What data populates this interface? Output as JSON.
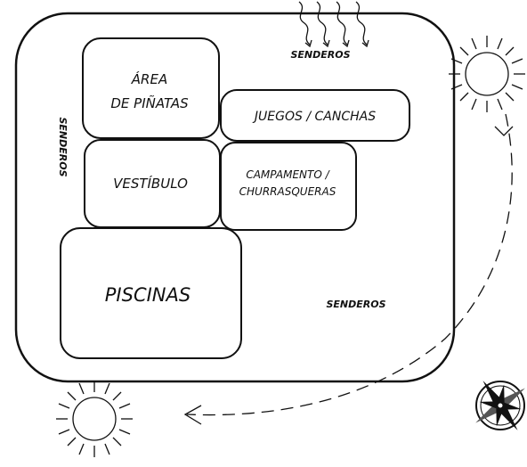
{
  "diagram": {
    "zones": {
      "pinatas": [
        "ÁREA",
        "DE PIÑATAS"
      ],
      "juegos": "JUEGOS / CANCHAS",
      "vestibulo": "VESTÍBULO",
      "campamento": [
        "CAMPAMENTO /",
        "CHURRASQUERAS"
      ],
      "piscinas": "PISCINAS"
    },
    "paths": {
      "top": "SENDEROS",
      "left": "SENDEROS",
      "right": "SENDEROS"
    },
    "icons": {
      "sun_rise": "sun-icon",
      "sun_set": "sun-icon",
      "wind": "wind-icon",
      "compass": "compass-rose-icon",
      "sun_path": "dashed-arrow-icon"
    },
    "colors": {
      "ink": "#111111",
      "paper": "#ffffff"
    }
  }
}
